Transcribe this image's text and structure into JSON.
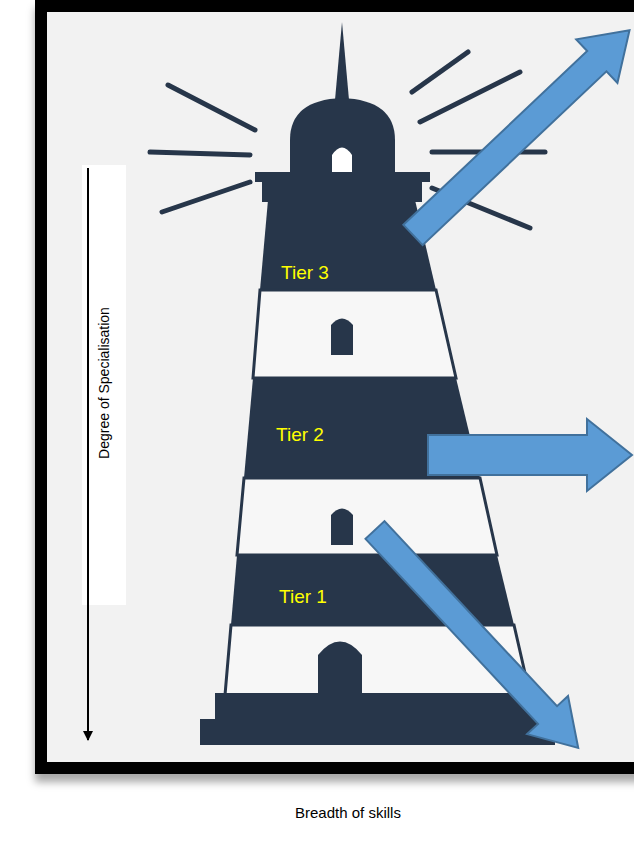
{
  "diagram": {
    "nodes": [
      {
        "text": [
          "Tier 3"
        ]
      },
      {
        "text": [
          "Tier 2"
        ]
      },
      {
        "text": [
          "Tier 1"
        ]
      }
    ],
    "labels": [
      "Degree of Specialisation",
      "Breadth of skills"
    ]
  }
}
